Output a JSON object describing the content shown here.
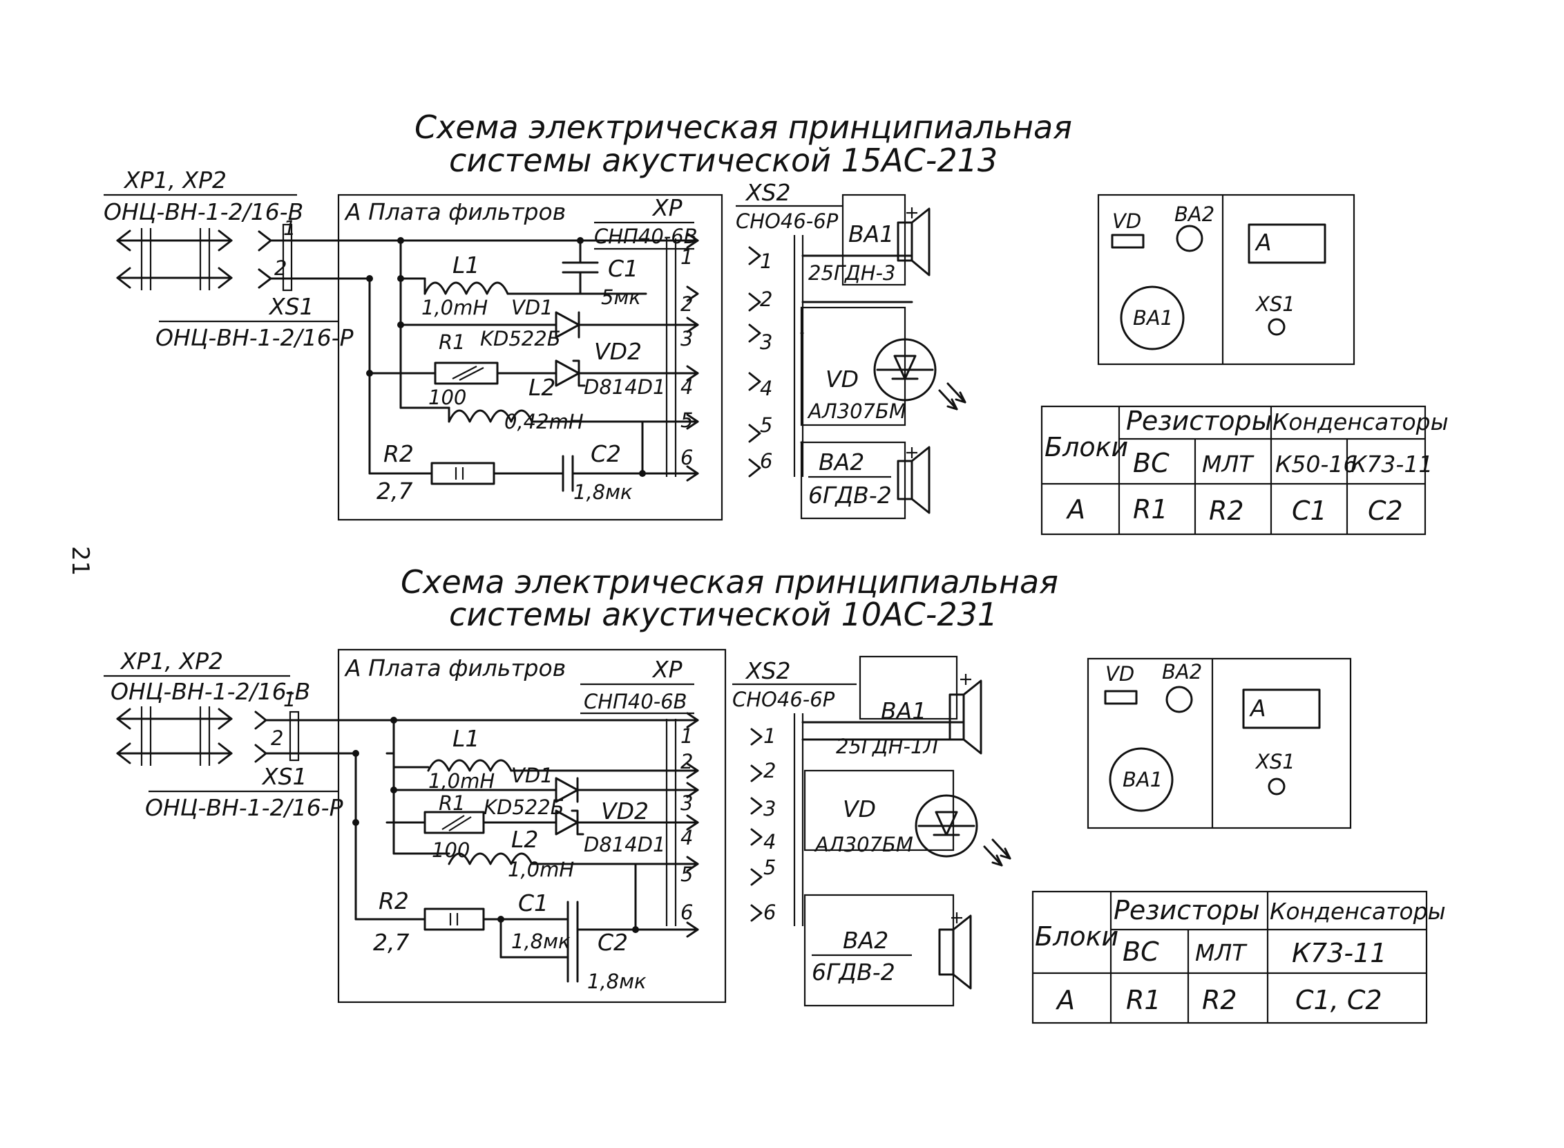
{
  "page_number": "21",
  "schemes": [
    {
      "title_line1": "Схема электрическая принципиальная",
      "title_line2": "системы акустической 15АС-213",
      "plug": {
        "ref": "XP1, XP2",
        "type": "ОНЦ-ВН-1-2/16-В",
        "pin1": "1",
        "pin2": "2"
      },
      "socket_in": {
        "ref": "XS1",
        "type": "ОНЦ-ВН-1-2/16-Р"
      },
      "board": {
        "title": "А Плата фильтров",
        "xp_ref": "XP",
        "xp_type": "СНП40-6В"
      },
      "pins": [
        "1",
        "2",
        "3",
        "4",
        "5",
        "6"
      ],
      "L1": {
        "ref": "L1",
        "value": "1,0mH"
      },
      "C1": {
        "ref": "C1",
        "value": "5мк"
      },
      "VD1": {
        "ref": "VD1",
        "type": "KD522Б"
      },
      "VD2": {
        "ref": "VD2",
        "type": "D814D1"
      },
      "R1": {
        "ref": "R1",
        "value": "100"
      },
      "L2": {
        "ref": "L2",
        "value": "0,42mH"
      },
      "R2": {
        "ref": "R2",
        "value": "2,7"
      },
      "C2": {
        "ref": "C2",
        "value": "1,8мк"
      },
      "xs2": {
        "ref": "XS2",
        "type": "СНО46-6Р"
      },
      "BA1": {
        "ref": "BA1",
        "type": "25ГДН-3"
      },
      "VD": {
        "ref": "VD",
        "type": "АЛ307БМ"
      },
      "BA2": {
        "ref": "BA2",
        "type": "6ГДВ-2"
      },
      "panel": {
        "vd": "VD",
        "ba2": "BA2",
        "ba1": "BA1",
        "a": "А",
        "xs1": "XS1"
      },
      "table": {
        "blocks": "Блоки",
        "resistors": "Резисторы",
        "capacitors": "Конденсаторы",
        "res_types": [
          "ВС",
          "МЛТ"
        ],
        "cap_types": [
          "К50-16",
          "К73-11"
        ],
        "row_block": "А",
        "row_res": [
          "R1",
          "R2"
        ],
        "row_cap": [
          "C1",
          "C2"
        ]
      }
    },
    {
      "title_line1": "Схема электрическая принципиальная",
      "title_line2": "системы акустической 10АС-231",
      "plug": {
        "ref": "XP1, XP2",
        "type": "ОНЦ-ВН-1-2/16-В",
        "pin1": "1",
        "pin2": "2"
      },
      "socket_in": {
        "ref": "XS1",
        "type": "ОНЦ-ВН-1-2/16-Р"
      },
      "board": {
        "title": "А Плата фильтров",
        "xp_ref": "XP",
        "xp_type": "СНП40-6В"
      },
      "pins": [
        "1",
        "2",
        "3",
        "4",
        "5",
        "6"
      ],
      "L1": {
        "ref": "L1",
        "value": "1,0mH"
      },
      "VD1": {
        "ref": "VD1",
        "type": "KD522Б"
      },
      "VD2": {
        "ref": "VD2",
        "type": "D814D1"
      },
      "R1": {
        "ref": "R1",
        "value": "100"
      },
      "L2": {
        "ref": "L2",
        "value": "1,0mH"
      },
      "R2": {
        "ref": "R2",
        "value": "2,7"
      },
      "C1": {
        "ref": "C1",
        "value": "1,8мк"
      },
      "C2": {
        "ref": "C2",
        "value": "1,8мк"
      },
      "xs2": {
        "ref": "XS2",
        "type": "СНО46-6Р"
      },
      "BA1": {
        "ref": "BA1",
        "type": "25ГДН-1Л"
      },
      "VD": {
        "ref": "VD",
        "type": "АЛ307БМ"
      },
      "BA2": {
        "ref": "BA2",
        "type": "6ГДВ-2"
      },
      "panel": {
        "vd": "VD",
        "ba2": "BA2",
        "ba1": "BA1",
        "a": "А",
        "xs1": "XS1"
      },
      "table": {
        "blocks": "Блоки",
        "resistors": "Резисторы",
        "capacitors": "Конденсаторы",
        "res_types": [
          "ВС",
          "МЛТ"
        ],
        "cap_types": [
          "К73-11"
        ],
        "row_block": "А",
        "row_res": [
          "R1",
          "R2"
        ],
        "row_cap": [
          "C1, C2"
        ]
      }
    }
  ]
}
